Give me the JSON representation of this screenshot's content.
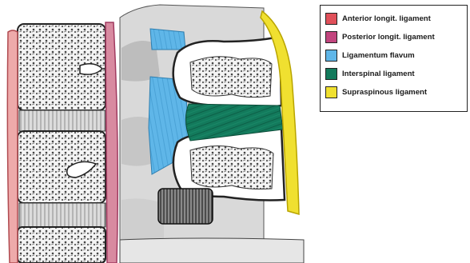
{
  "legend": {
    "items": [
      {
        "label": "Anterior longit. ligament",
        "color": "#e0505a"
      },
      {
        "label": "Posterior longit. ligament",
        "color": "#c2457e"
      },
      {
        "label": "Ligamentum flavum",
        "color": "#5fb6e8"
      },
      {
        "label": "Interspinal ligament",
        "color": "#137a5c"
      },
      {
        "label": "Supraspinous ligament",
        "color": "#f0e030"
      }
    ]
  },
  "colors": {
    "anterior": "#eeaaaa",
    "posterior": "#d88aa0",
    "flavum": "#5fb6e8",
    "interspinal": "#137a5c",
    "supraspinous": "#f0e030",
    "bone": "#e8e8e8",
    "outline": "#222222"
  }
}
